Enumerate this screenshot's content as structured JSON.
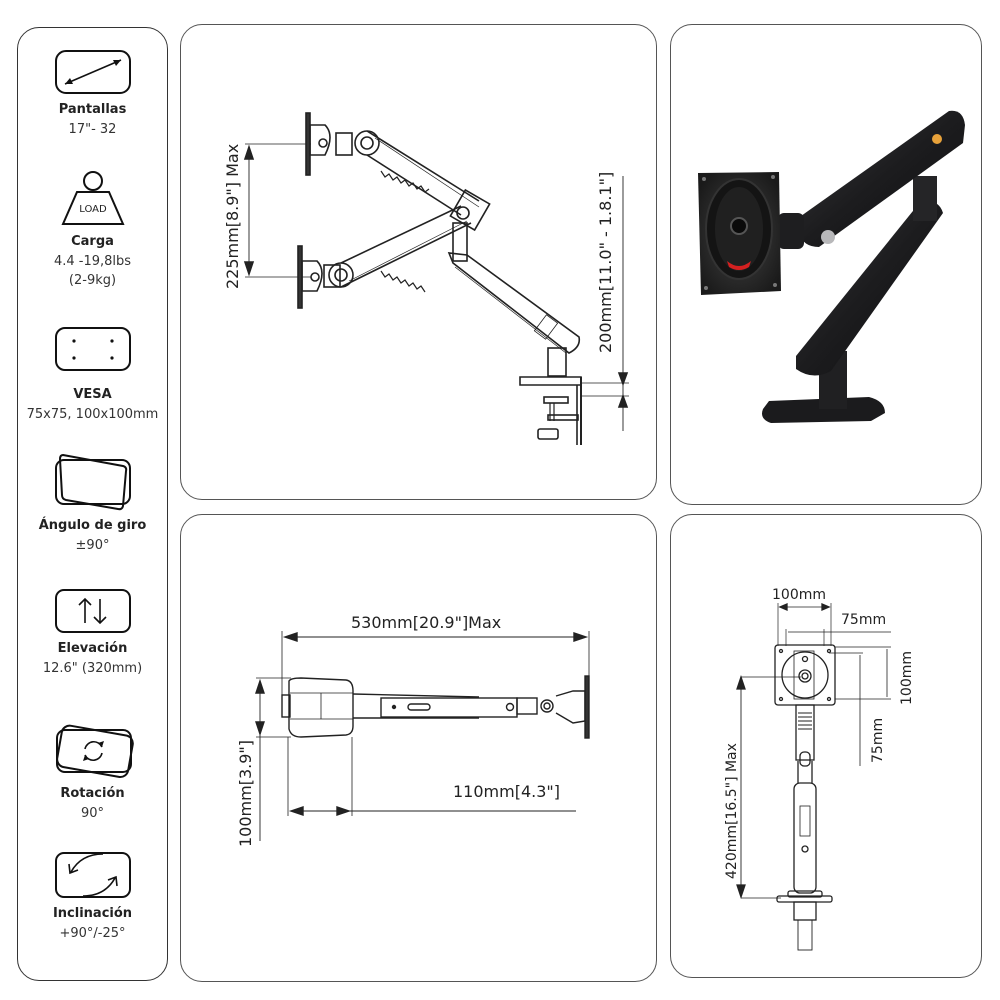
{
  "sidebar": {
    "features": [
      {
        "icon": "screen-size-icon",
        "title": "Pantallas",
        "values": [
          "17\"- 32"
        ]
      },
      {
        "icon": "load-weight-icon",
        "icon_label": "LOAD",
        "title": "Carga",
        "values": [
          "4.4 -19,8lbs",
          "(2-9kg)"
        ]
      },
      {
        "icon": "vesa-pattern-icon",
        "title": "VESA",
        "values": [
          "75x75, 100x100mm"
        ]
      },
      {
        "icon": "swivel-angle-icon",
        "title": "Ángulo de giro",
        "values": [
          "±90°"
        ]
      },
      {
        "icon": "height-adjust-icon",
        "icon_label": "↑↓",
        "title": "Elevación",
        "values": [
          "12.6\" (320mm)"
        ]
      },
      {
        "icon": "rotation-icon",
        "title": "Rotación",
        "values": [
          "90°"
        ]
      },
      {
        "icon": "tilt-icon",
        "title": "Inclinación",
        "values": [
          "+90°/-25°"
        ]
      }
    ]
  },
  "panels": {
    "side_view": {
      "height_range": "225mm[8.9\"] Max",
      "pole_height": "200mm[11.0\" - 1.8.1\"]"
    },
    "product_photo": {
      "accent_red": "#d42020",
      "badge_orange": "#e8a23a",
      "body_color": "#1c1c1e"
    },
    "top_view": {
      "max_reach": "530mm[20.9\"]Max",
      "base_depth": "100mm[3.9\"]",
      "base_width": "110mm[4.3\"]"
    },
    "front_view": {
      "vesa_outer_width": "100mm",
      "vesa_inner_width": "75mm",
      "vesa_outer_height": "100mm",
      "vesa_inner_height": "75mm",
      "max_height": "420mm[16.5\"] Max"
    }
  }
}
